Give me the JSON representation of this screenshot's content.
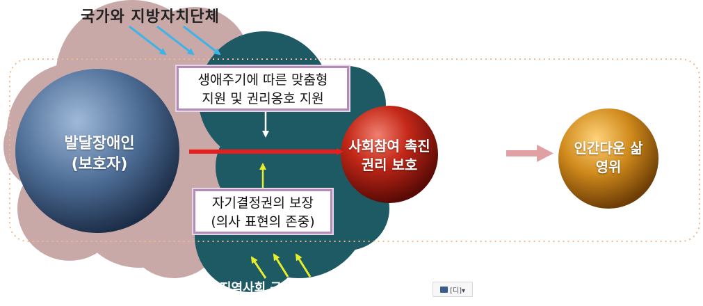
{
  "diagram": {
    "top_label": "국가와 지방자치단체",
    "bottom_label": "지역사회 구성원(국민)",
    "nodes": {
      "person": {
        "line1": "발달장애인",
        "line2": "(보호자)"
      },
      "participation": {
        "line1": "사회참여 촉진",
        "line2": "권리 보호"
      },
      "dignity": {
        "line1": "인간다운 삶",
        "line2": "영위"
      }
    },
    "support_box": {
      "line1": "생애주기에 따른 맞춤형",
      "line2": "지원 및 권리옹호 지원"
    },
    "selfdetermination_box": {
      "line1": "자기결정권의 보장",
      "line2": "(의사 표현의 존중)"
    },
    "colors": {
      "pink_cloud": "#c9a8a8",
      "teal_cloud": "#1e5a64",
      "main_arrow": "#e61e1e",
      "pink_arrow": "#e0a0a4",
      "blue_arrows": "#3fb2e8",
      "yellow_arrows": "#e8ee2a",
      "dashed_frame": "#f0b890"
    }
  },
  "toolbar": {
    "icon": "image-icon",
    "label": "[디]▾"
  }
}
